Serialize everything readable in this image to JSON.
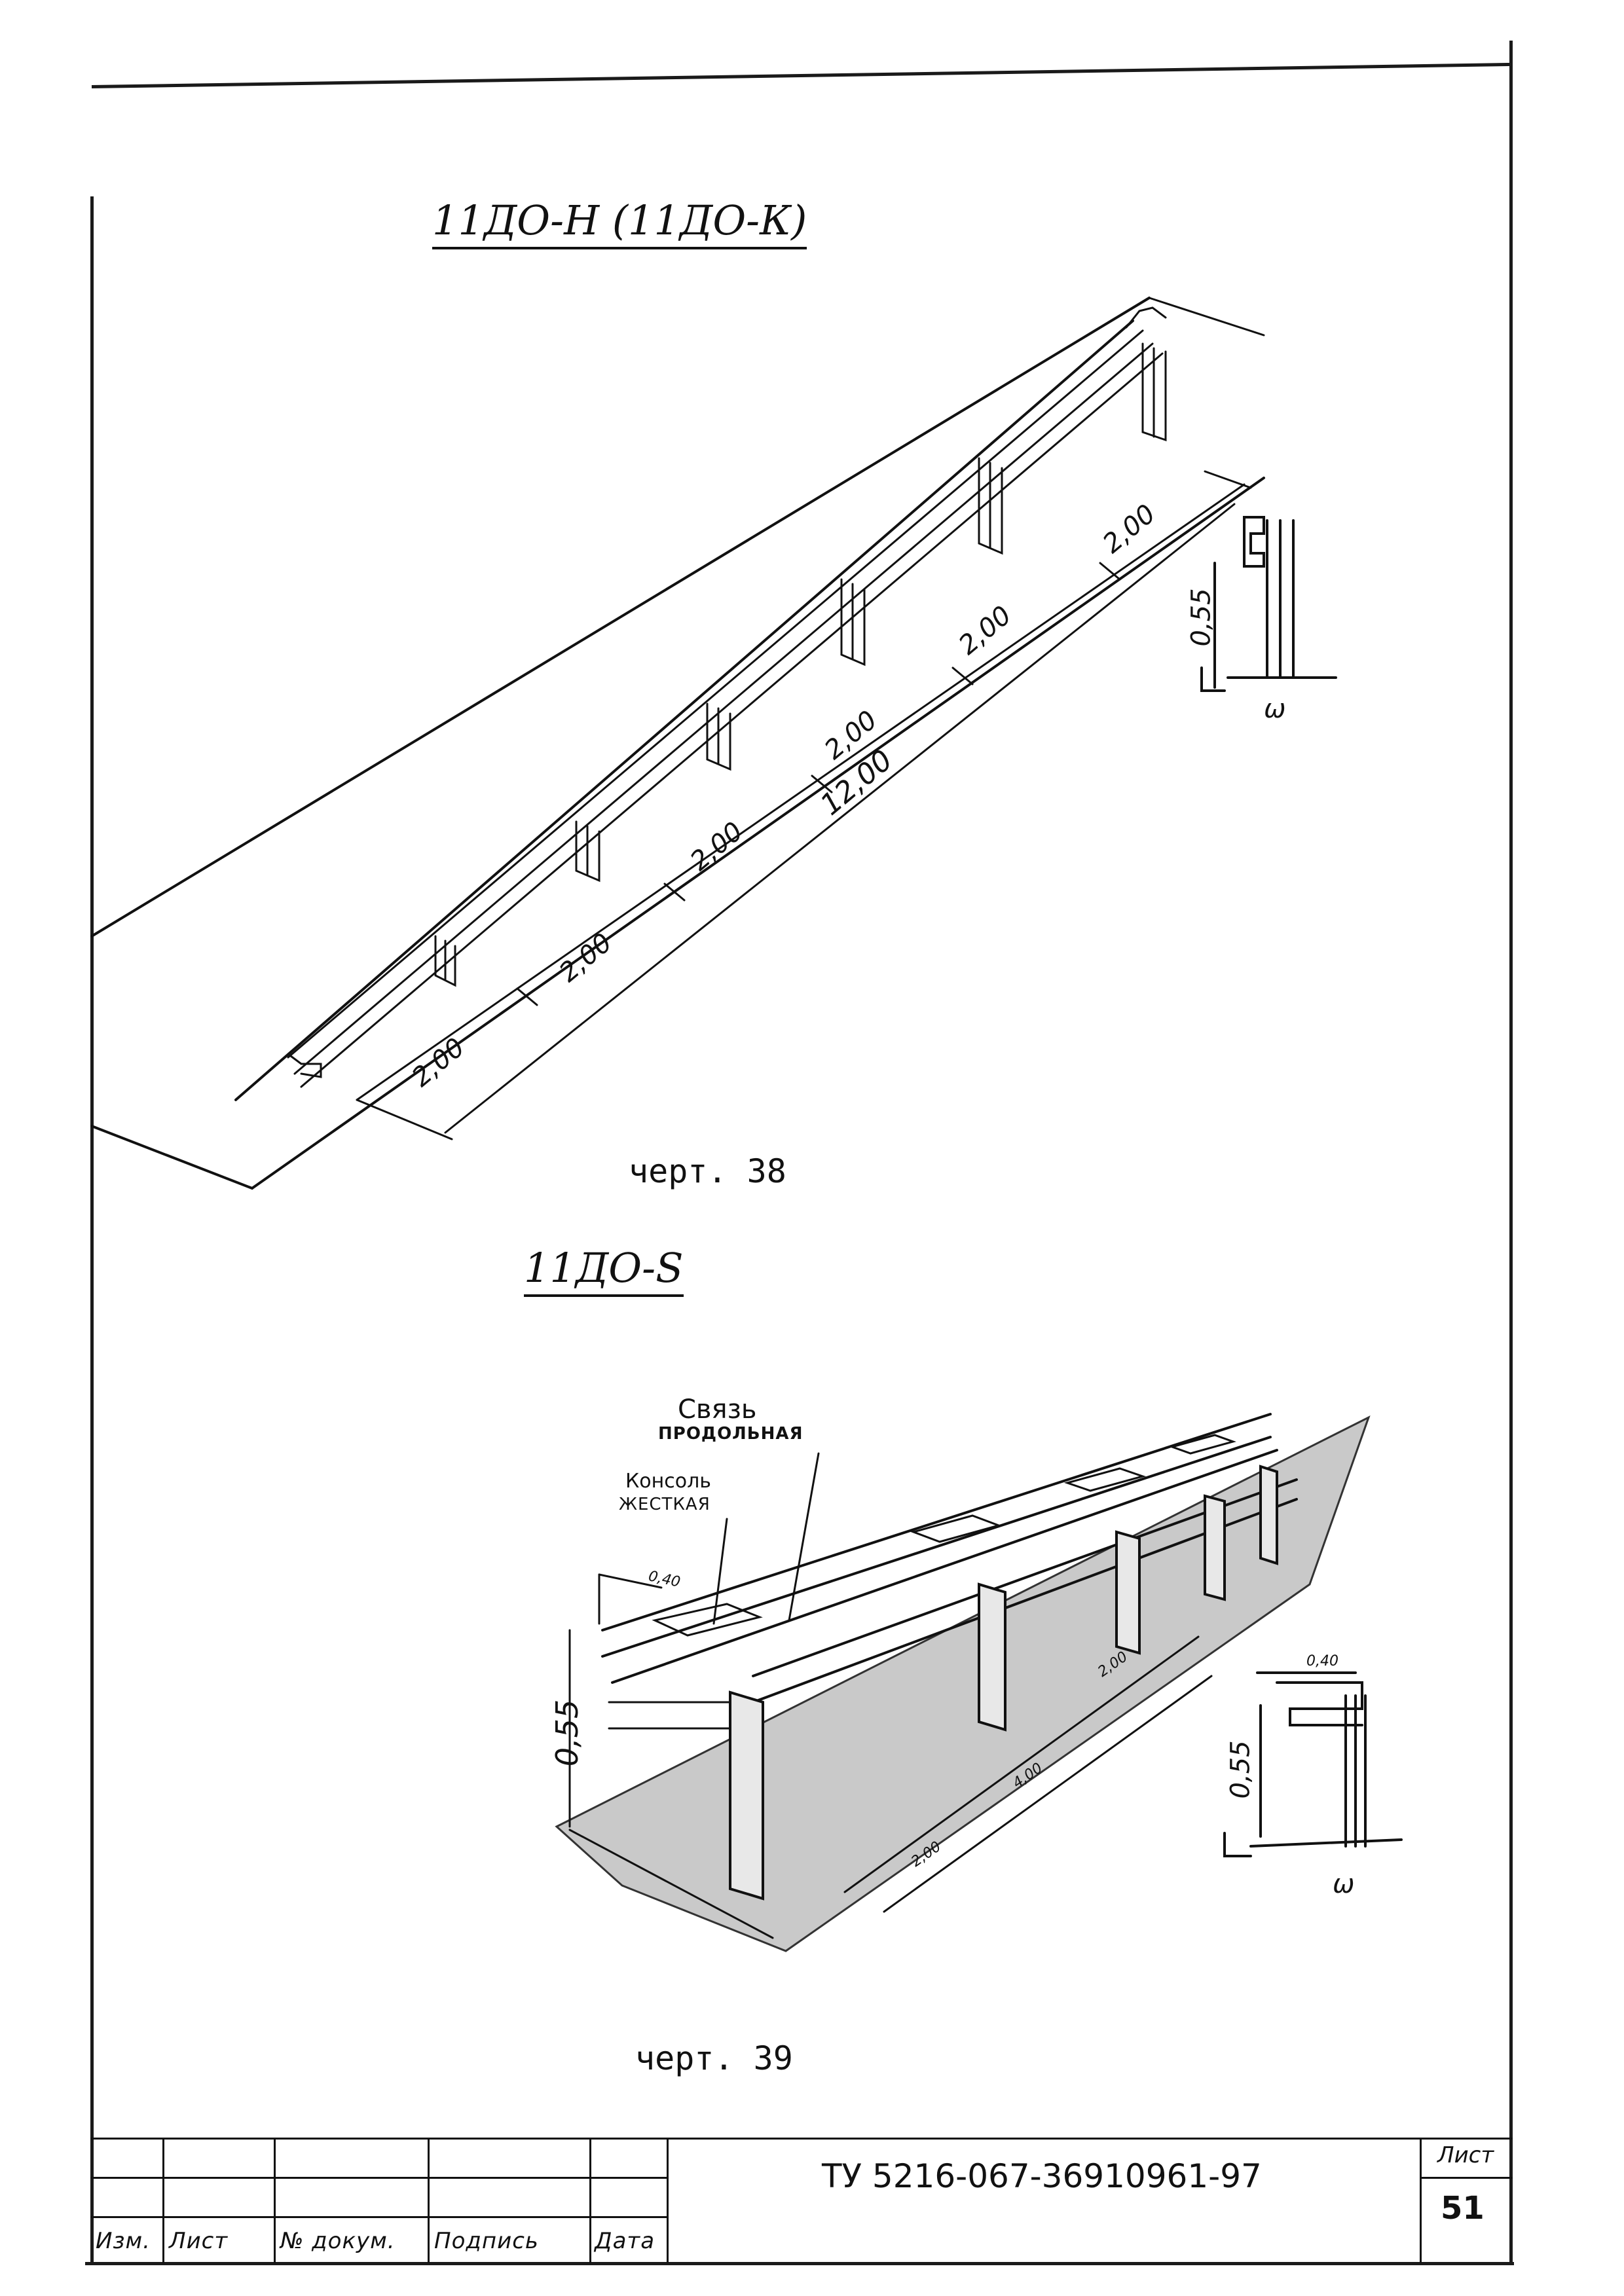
{
  "drawing_titles": {
    "top": "11ДО-Н (11ДО-К)",
    "bottom": "11ДО-S"
  },
  "captions": {
    "top": "черт. 38",
    "bottom": "черт. 39"
  },
  "top_dimensions": {
    "spans": [
      "2,00",
      "2,00",
      "2,00",
      "2,00",
      "2,00",
      "2,00"
    ],
    "total": "12,00",
    "height": "0,55"
  },
  "bottom_dimensions": {
    "spans": [
      "2,00",
      "4,00",
      "2,00"
    ],
    "height_main": "0,55",
    "height_detail": "0,55",
    "width_main": "0,40",
    "width_detail": "0,40"
  },
  "callouts": {
    "link_line1": "Связь",
    "link_line2": "продольная",
    "console_line1": "Консоль",
    "console_line2": "жесткая"
  },
  "ground_mark": "ω",
  "stamp": {
    "col_izm": "Изм.",
    "col_list": "Лист",
    "col_doc": "№ докум.",
    "col_sign": "Подпись",
    "col_date": "Дата",
    "doc_code": "ТУ 5216-067-36910961-97",
    "sheet_label": "Лист",
    "sheet_number": "51"
  }
}
